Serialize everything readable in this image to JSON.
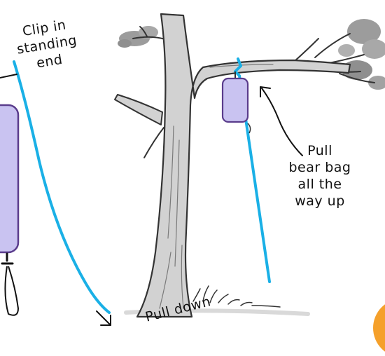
{
  "labels": {
    "clip_lines": [
      "Clip in",
      "standing",
      "end"
    ],
    "pull_lines": [
      "Pull",
      "bear bag",
      "all the",
      "way up"
    ],
    "pull_down": "Pull down"
  },
  "colors": {
    "rope": "#1ab0e6",
    "bag_fill": "#c9c3f1",
    "bag_outline": "#5a3c8c",
    "tree_fill": "#d2d2d2",
    "tree_outline": "#333333",
    "foliage": "#9c9c9c",
    "badge": "#f5a02a"
  }
}
